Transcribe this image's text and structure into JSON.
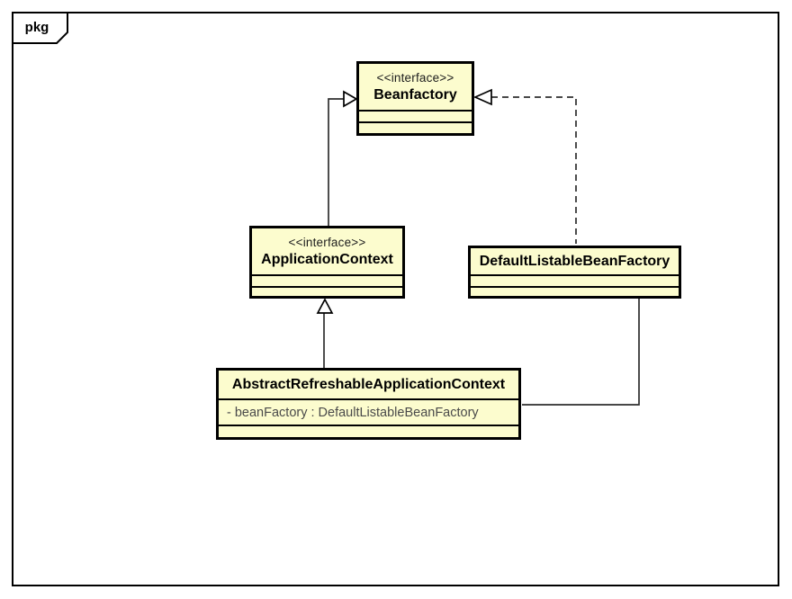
{
  "frame": {
    "tab_label": "pkg"
  },
  "colors": {
    "box_fill": "#FCFCCE",
    "box_border": "#000000",
    "line_color": "#2E2E2E",
    "background": "#FFFFFF"
  },
  "classes": [
    {
      "id": "beanfactory",
      "stereotype": "<<interface>>",
      "name": "Beanfactory",
      "attributes": [],
      "methods": []
    },
    {
      "id": "application-context",
      "stereotype": "<<interface>>",
      "name": "ApplicationContext",
      "attributes": [],
      "methods": []
    },
    {
      "id": "default-listable-bean-factory",
      "stereotype": "",
      "name": "DefaultListableBeanFactory",
      "attributes": [],
      "methods": []
    },
    {
      "id": "abstract-refreshable-application-context",
      "stereotype": "",
      "name": "AbstractRefreshableApplicationContext",
      "attributes": [
        "- beanFactory : DefaultListableBeanFactory"
      ],
      "methods": []
    }
  ],
  "relationships": [
    {
      "from": "ApplicationContext",
      "to": "Beanfactory",
      "type": "generalization",
      "line": "solid",
      "arrow": "hollow-triangle"
    },
    {
      "from": "DefaultListableBeanFactory",
      "to": "Beanfactory",
      "type": "realization",
      "line": "dashed",
      "arrow": "hollow-triangle"
    },
    {
      "from": "AbstractRefreshableApplicationContext",
      "to": "ApplicationContext",
      "type": "generalization",
      "line": "solid",
      "arrow": "hollow-triangle"
    },
    {
      "from": "DefaultListableBeanFactory",
      "to": "AbstractRefreshableApplicationContext",
      "type": "association",
      "line": "solid",
      "arrow": "none"
    }
  ]
}
